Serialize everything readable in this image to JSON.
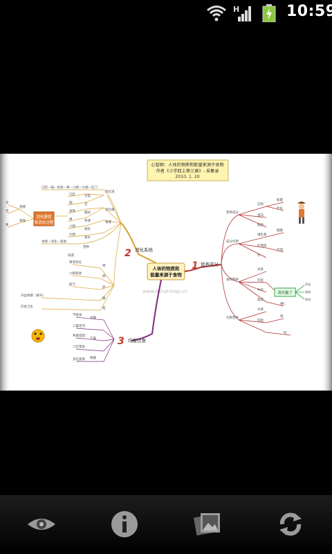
{
  "status_bar": {
    "time": "10:59",
    "network_type": "H",
    "icons": [
      "wifi-icon",
      "signal-icon",
      "battery-charging-icon"
    ],
    "battery_color": "#8cc63f"
  },
  "mindmap": {
    "title_lines": [
      "心智图：人体的物质和能量来源于食物",
      "作者《小学四上第三章》- 采集录",
      "2010. 1. 20"
    ],
    "central": [
      "人体的物质和",
      "能量来源于食物"
    ],
    "watermark": "www.mind-map.cn",
    "branches": [
      {
        "num": "1",
        "label": "营养成分"
      },
      {
        "num": "2",
        "label": "消化系统"
      },
      {
        "num": "3",
        "label": "均衡饮食"
      }
    ],
    "left_box": [
      "消化器官",
      "和消化过程"
    ],
    "green_box": "消化酶了",
    "accent_colors": {
      "branch1": "#b03030",
      "branch2": "#d8a030",
      "branch3": "#7a2a7a",
      "box": "#e07a30",
      "green": "#2aa84a",
      "title_bg": "#fff3b0"
    }
  },
  "toolbar": {
    "buttons": [
      {
        "name": "view-button",
        "icon": "eye-icon"
      },
      {
        "name": "info-button",
        "icon": "info-icon"
      },
      {
        "name": "gallery-button",
        "icon": "gallery-icon"
      },
      {
        "name": "rotate-button",
        "icon": "rotate-icon"
      }
    ]
  }
}
